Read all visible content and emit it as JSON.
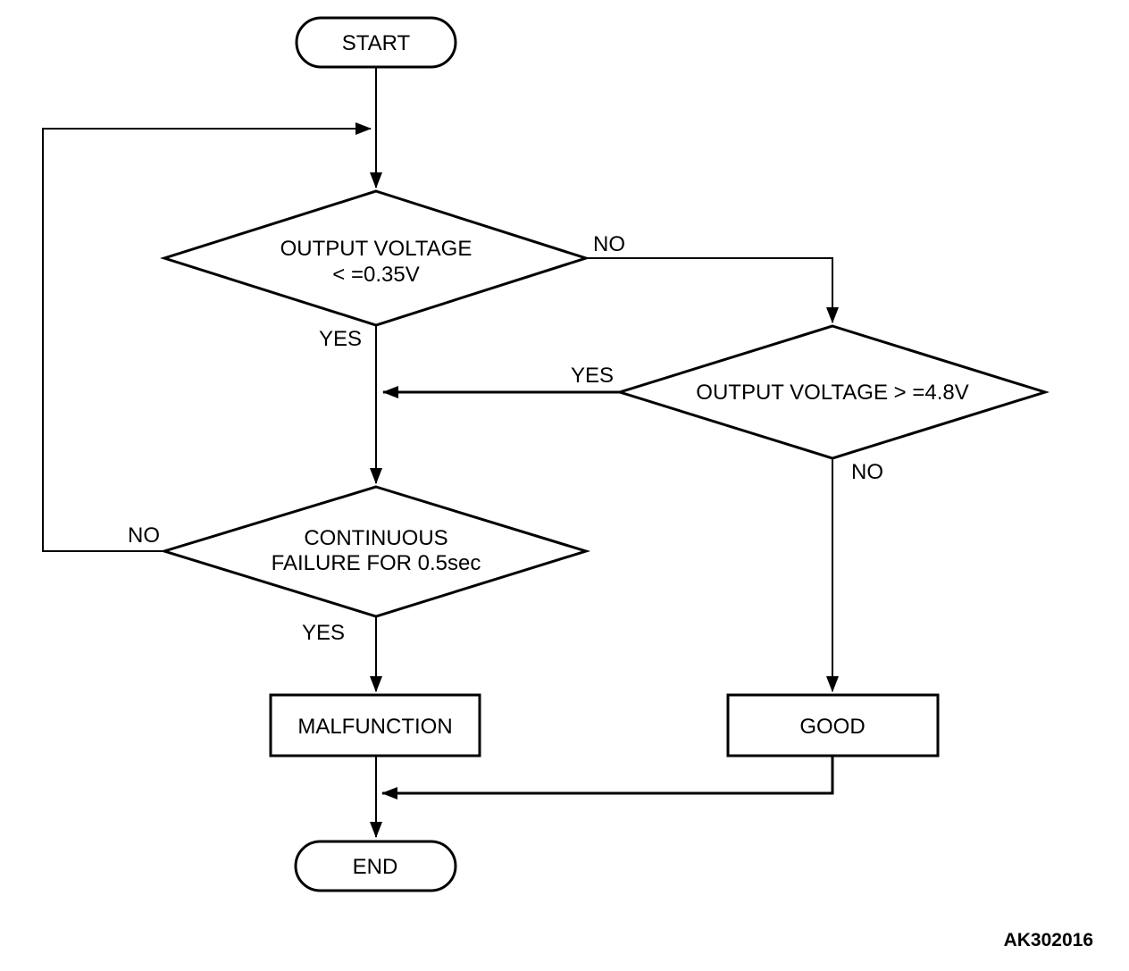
{
  "diagram": {
    "background": "#ffffff",
    "line_color": "#000000",
    "figure_id": "AK302016",
    "nodes": {
      "start": {
        "label": "START"
      },
      "decision_voltage_low": {
        "line1": "OUTPUT VOLTAGE",
        "line2": "< =0.35V"
      },
      "decision_voltage_high": {
        "label": "OUTPUT VOLTAGE > =4.8V"
      },
      "decision_continuous": {
        "line1": "CONTINUOUS",
        "line2": "FAILURE FOR 0.5sec"
      },
      "malfunction": {
        "label": "MALFUNCTION"
      },
      "good": {
        "label": "GOOD"
      },
      "end": {
        "label": "END"
      }
    },
    "edge_labels": {
      "d1_yes": "YES",
      "d1_no": "NO",
      "d2_yes": "YES",
      "d2_no": "NO",
      "d3_yes": "YES",
      "d3_no": "NO"
    }
  }
}
